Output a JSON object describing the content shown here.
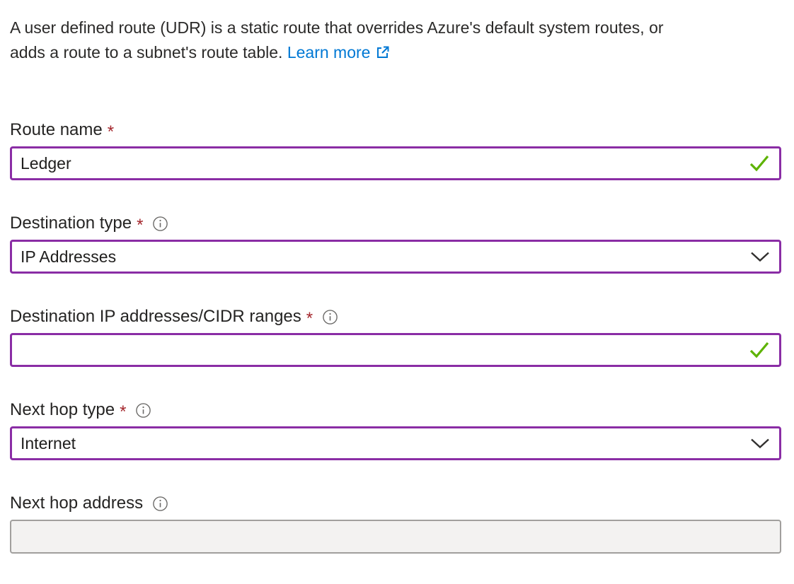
{
  "intro": {
    "line1": "A user defined route (UDR) is a static route that overrides Azure's default system routes, or",
    "line2": "adds a route to a subnet's route table.",
    "learn_more_label": "Learn more"
  },
  "required_marker": "*",
  "fields": {
    "route_name": {
      "label": "Route name",
      "required": true,
      "value": "Ledger",
      "validation": "valid"
    },
    "destination_type": {
      "label": "Destination type",
      "required": true,
      "has_info": true,
      "control": "dropdown",
      "value": "IP Addresses"
    },
    "destination_ip": {
      "label": "Destination IP addresses/CIDR ranges",
      "required": true,
      "has_info": true,
      "value": "",
      "validation": "valid"
    },
    "next_hop_type": {
      "label": "Next hop type",
      "required": true,
      "has_info": true,
      "control": "dropdown",
      "value": "Internet"
    },
    "next_hop_address": {
      "label": "Next hop address",
      "required": false,
      "has_info": true,
      "value": "",
      "disabled": true
    }
  },
  "icons": {
    "info": "info-icon",
    "external_link": "external-link-icon",
    "chevron": "chevron-down-icon",
    "checkmark": "checkmark-icon"
  },
  "colors": {
    "accent_purple": "#8a2da5",
    "link_blue": "#0078d4",
    "success_green": "#5db300",
    "required_red": "#a4262c",
    "disabled_bg": "#f3f2f1",
    "disabled_border": "#a19f9d",
    "text": "#252423"
  }
}
